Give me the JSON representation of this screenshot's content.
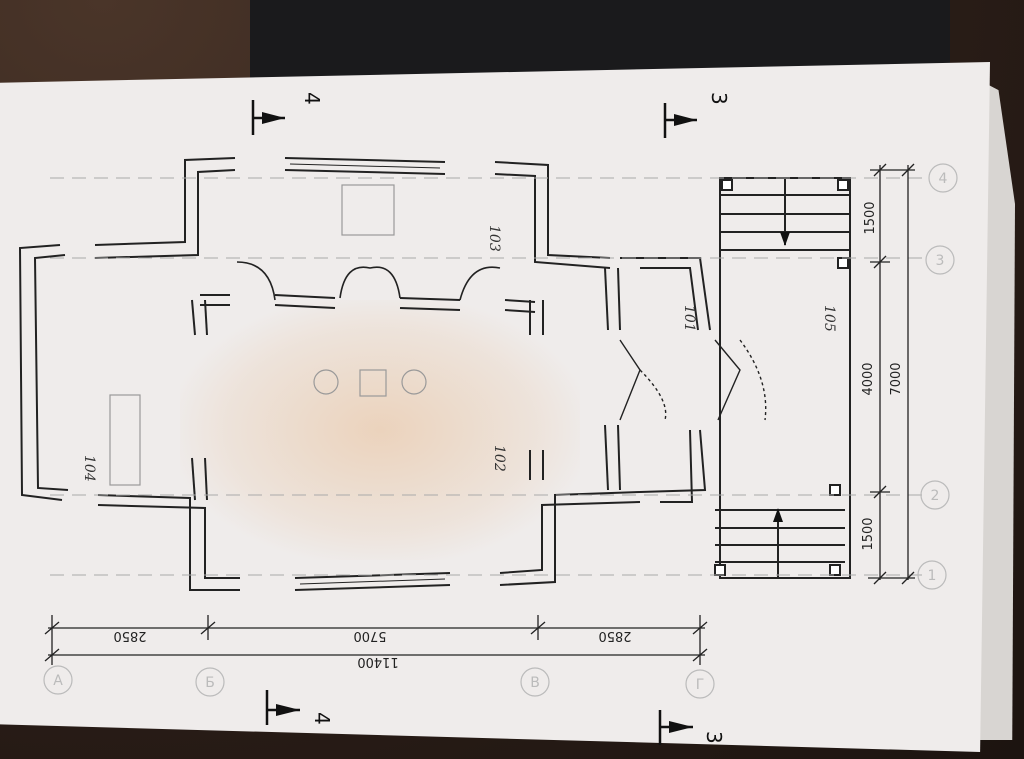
{
  "section_marks": {
    "top_left": "4",
    "top_right": "3",
    "bottom_left": "4",
    "bottom_right": "3"
  },
  "rooms": {
    "r101": "101",
    "r102": "102",
    "r103": "103",
    "r104": "104",
    "r105": "105"
  },
  "dimensions_horizontal": {
    "seg1": "2850",
    "seg2": "5700",
    "seg3": "2850",
    "total": "11400"
  },
  "dimensions_vertical": {
    "seg_top": "1500",
    "seg_mid": "4000",
    "seg_bottom": "1500",
    "total": "7000"
  },
  "axis_labels": {
    "right": [
      "1",
      "2",
      "3",
      "4"
    ],
    "bottom": [
      "А",
      "Б",
      "В",
      "Г"
    ]
  }
}
